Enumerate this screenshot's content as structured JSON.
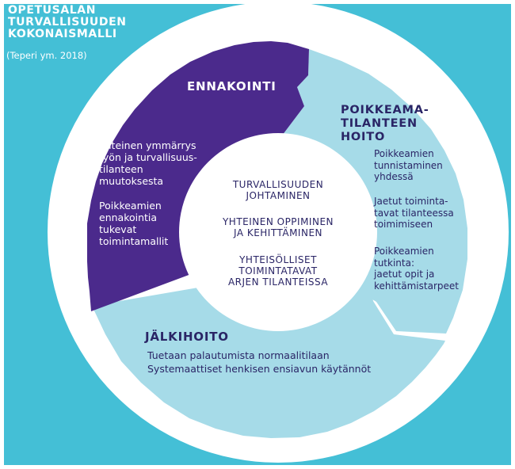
{
  "title": {
    "lines": [
      "Opetusalan",
      "turvallisuuden",
      "kokonaismalli"
    ],
    "source": "(Teperi ym. 2018)"
  },
  "segments": {
    "ennakointi": {
      "heading": "Ennakointi",
      "block1": [
        "Yhteinen ymmärrys",
        "työn ja turvallisuus-",
        "tilanteen",
        "muutoksesta"
      ],
      "block2": [
        "Poikkeamien",
        "ennakointia",
        "tukevat",
        "toimintamallit"
      ]
    },
    "poikkeama": {
      "heading": [
        "Poikkeama-",
        "tilanteen",
        "hoito"
      ],
      "block1": [
        "Poikkeamien",
        "tunnistaminen",
        "yhdessä"
      ],
      "block2": [
        "Jaetut toiminta-",
        "tavat tilanteessa",
        "toimimiseen"
      ],
      "block3": [
        "Poikkeamien",
        "tutkinta:",
        "jaetut opit ja",
        "kehittämistarpeet"
      ]
    },
    "jalkihoito": {
      "heading": "Jälkihoito",
      "lines": [
        "Tuetaan palautumista normaalitilaan",
        "Systemaattiset henkisen ensiavun käytännöt"
      ]
    }
  },
  "center": {
    "item1": [
      "Turvallisuuden",
      "johtaminen"
    ],
    "item2": [
      "Yhteinen oppiminen",
      "ja kehittäminen"
    ],
    "item3": [
      "Yhteisölliset",
      "toimintatavat",
      "arjen tilanteissa"
    ]
  },
  "colors": {
    "background": "#44bfd6",
    "ennakointi": "#4b2a8c",
    "poikkeama": "#a6dbe8",
    "jalkihoito": "#a6dbe8",
    "ring": "#ffffff",
    "dark_text": "#2a2566"
  }
}
